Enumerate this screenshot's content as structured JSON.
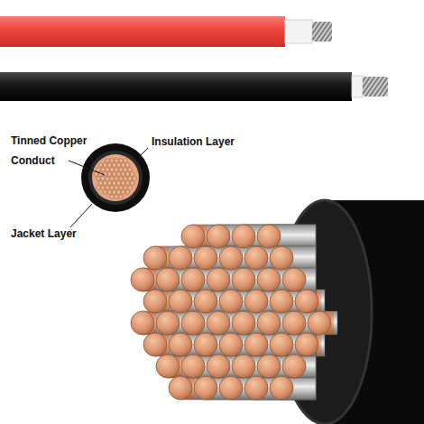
{
  "diagram": {
    "labels": [
      "Tinned Copper Conduct",
      "Insulation Layer",
      "Jacket Layer"
    ]
  }
}
